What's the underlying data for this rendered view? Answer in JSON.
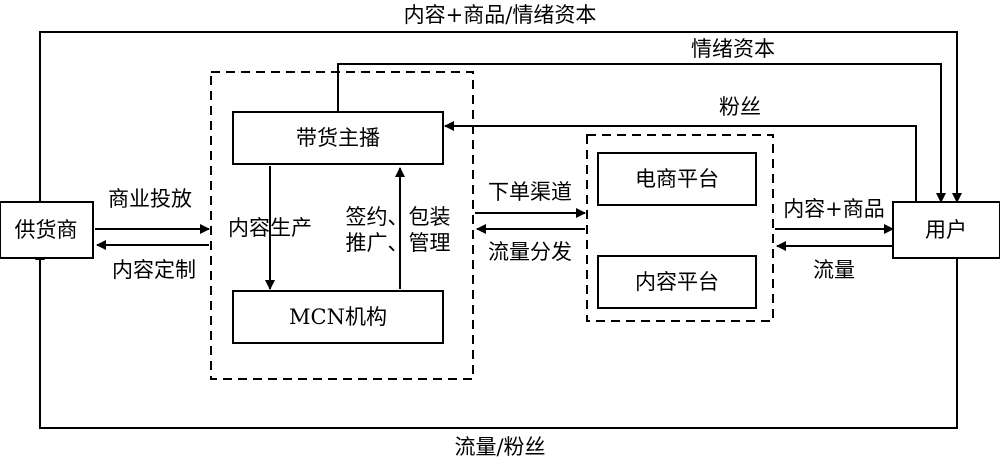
{
  "nodes": {
    "supplier": "供货商",
    "anchor": "带货主播",
    "mcn": "MCN机构",
    "ecommerce": "电商平台",
    "content_platform": "内容平台",
    "user": "用户"
  },
  "edge_labels": {
    "top_flow": "内容+商品/情绪资本",
    "emotional_capital": "情绪资本",
    "fans": "粉丝",
    "commercial_placement": "商业投放",
    "content_customization": "内容定制",
    "content_production": "内容生产",
    "sign_line1": "签约、包装",
    "sign_line2": "推广、管理",
    "order_channel": "下单渠道",
    "traffic_distribution": "流量分发",
    "content_goods": "内容+商品",
    "traffic": "流量",
    "bottom_flow": "流量/粉丝"
  }
}
